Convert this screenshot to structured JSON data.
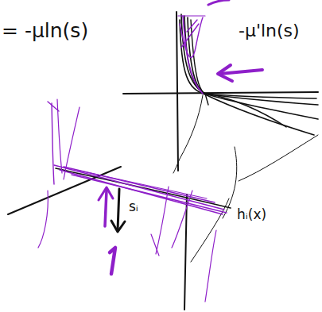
{
  "diagram": {
    "labels": [
      "= -μln(s)",
      "-μ'ln(s)",
      "sᵢ",
      "hᵢ(x)"
    ]
  }
}
